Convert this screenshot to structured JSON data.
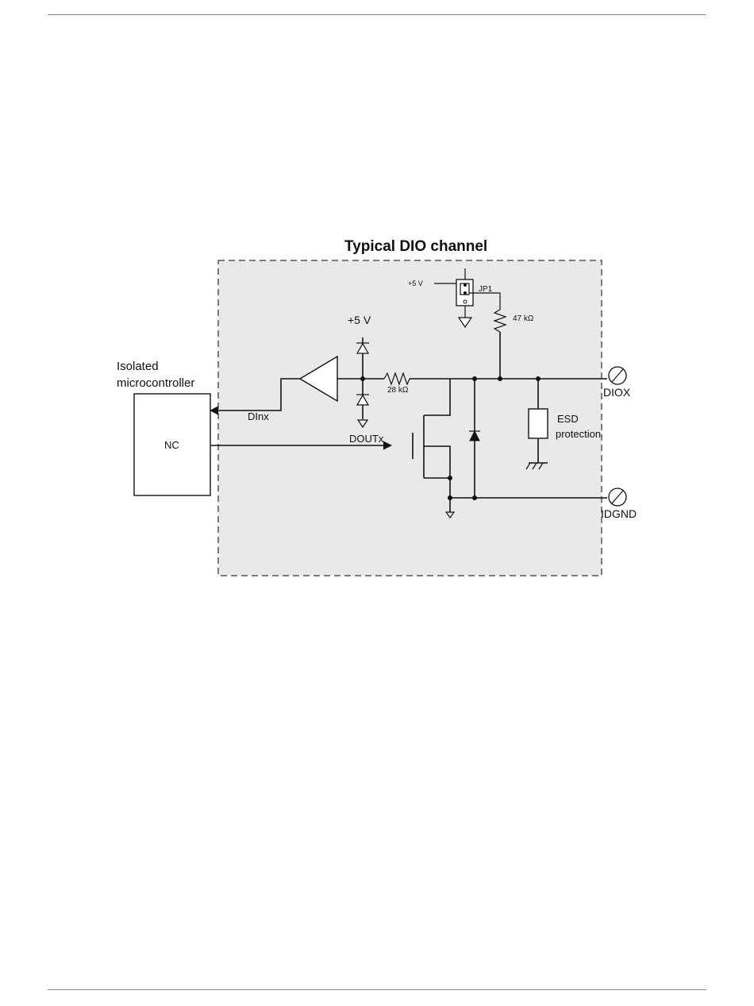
{
  "diagram": {
    "title": "Typical DIO channel",
    "labels": {
      "isolated_line1": "Isolated",
      "isolated_line2": "microcontroller",
      "nc": "NC",
      "dinx": "DInx",
      "doutx": "DOUTx",
      "plus5v": "+5 V",
      "plus5v_small": "+5 V",
      "jp1": "JP1",
      "r47": "47 kΩ",
      "r28": "28 kΩ",
      "esd_line1": "ESD",
      "esd_line2": "protection",
      "diox": "DIOX",
      "idgnd": "IDGND"
    },
    "colors": {
      "region_fill": "#e9e9e9",
      "line": "#111111",
      "rule": "#8a8a8a"
    }
  }
}
